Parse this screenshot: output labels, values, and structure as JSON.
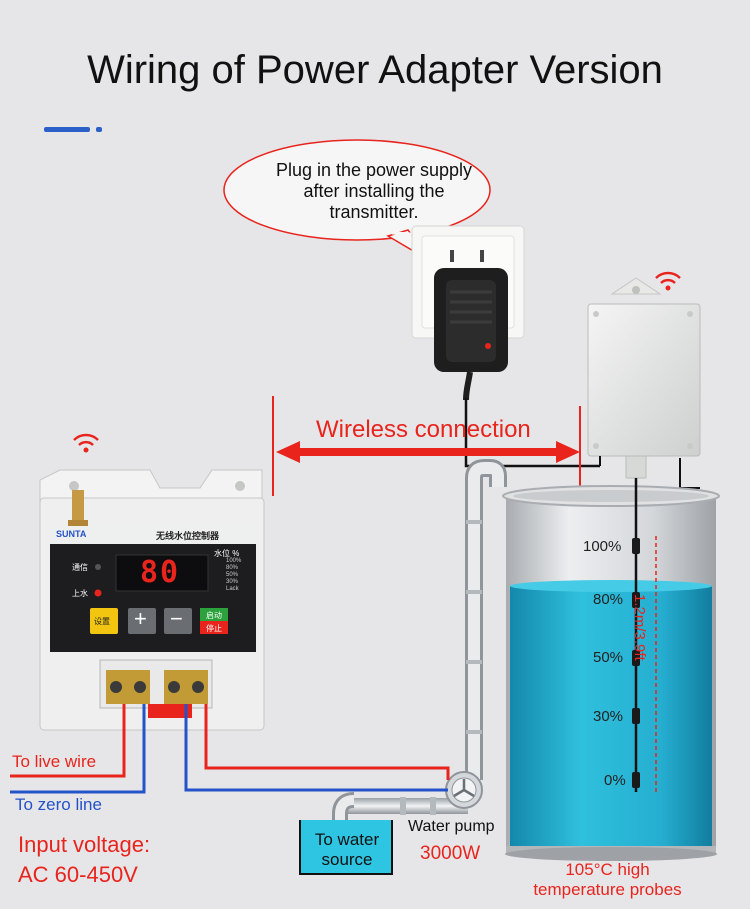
{
  "title": "Wiring of Power Adapter Version",
  "callout": "Plug in the power supply after installing the transmitter.",
  "wireless_connection": "Wireless connection",
  "tank": {
    "levels": [
      "100%",
      "80%",
      "50%",
      "30%",
      "0%"
    ],
    "probe_length": "1.2m/3.9ft"
  },
  "controller": {
    "brand": "SUNTA",
    "model_title": "无线水位控制器",
    "display_digits": "80",
    "comm_label": "通信",
    "fill_label": "上水",
    "level_header": "水位 %",
    "level_rows": [
      "100%",
      "80%",
      "50%",
      "30%",
      "Lack"
    ],
    "btn_set": "设置",
    "btn_plus": "+",
    "btn_minus": "−",
    "btn_start": "启动",
    "btn_stop": "停止"
  },
  "wiring": {
    "live": "To live wire",
    "zero": "To zero line"
  },
  "input_voltage": {
    "line1": "Input voltage:",
    "line2": "AC 60-450V"
  },
  "water_source": "To water source",
  "pump": {
    "label": "Water pump",
    "power": "3000W"
  },
  "probes": "105°C high temperature probes",
  "colors": {
    "accent_blue": "#2b60c8",
    "red": "#e8241d",
    "water": "#1fa9c9",
    "wire_blue": "#2452c8"
  }
}
